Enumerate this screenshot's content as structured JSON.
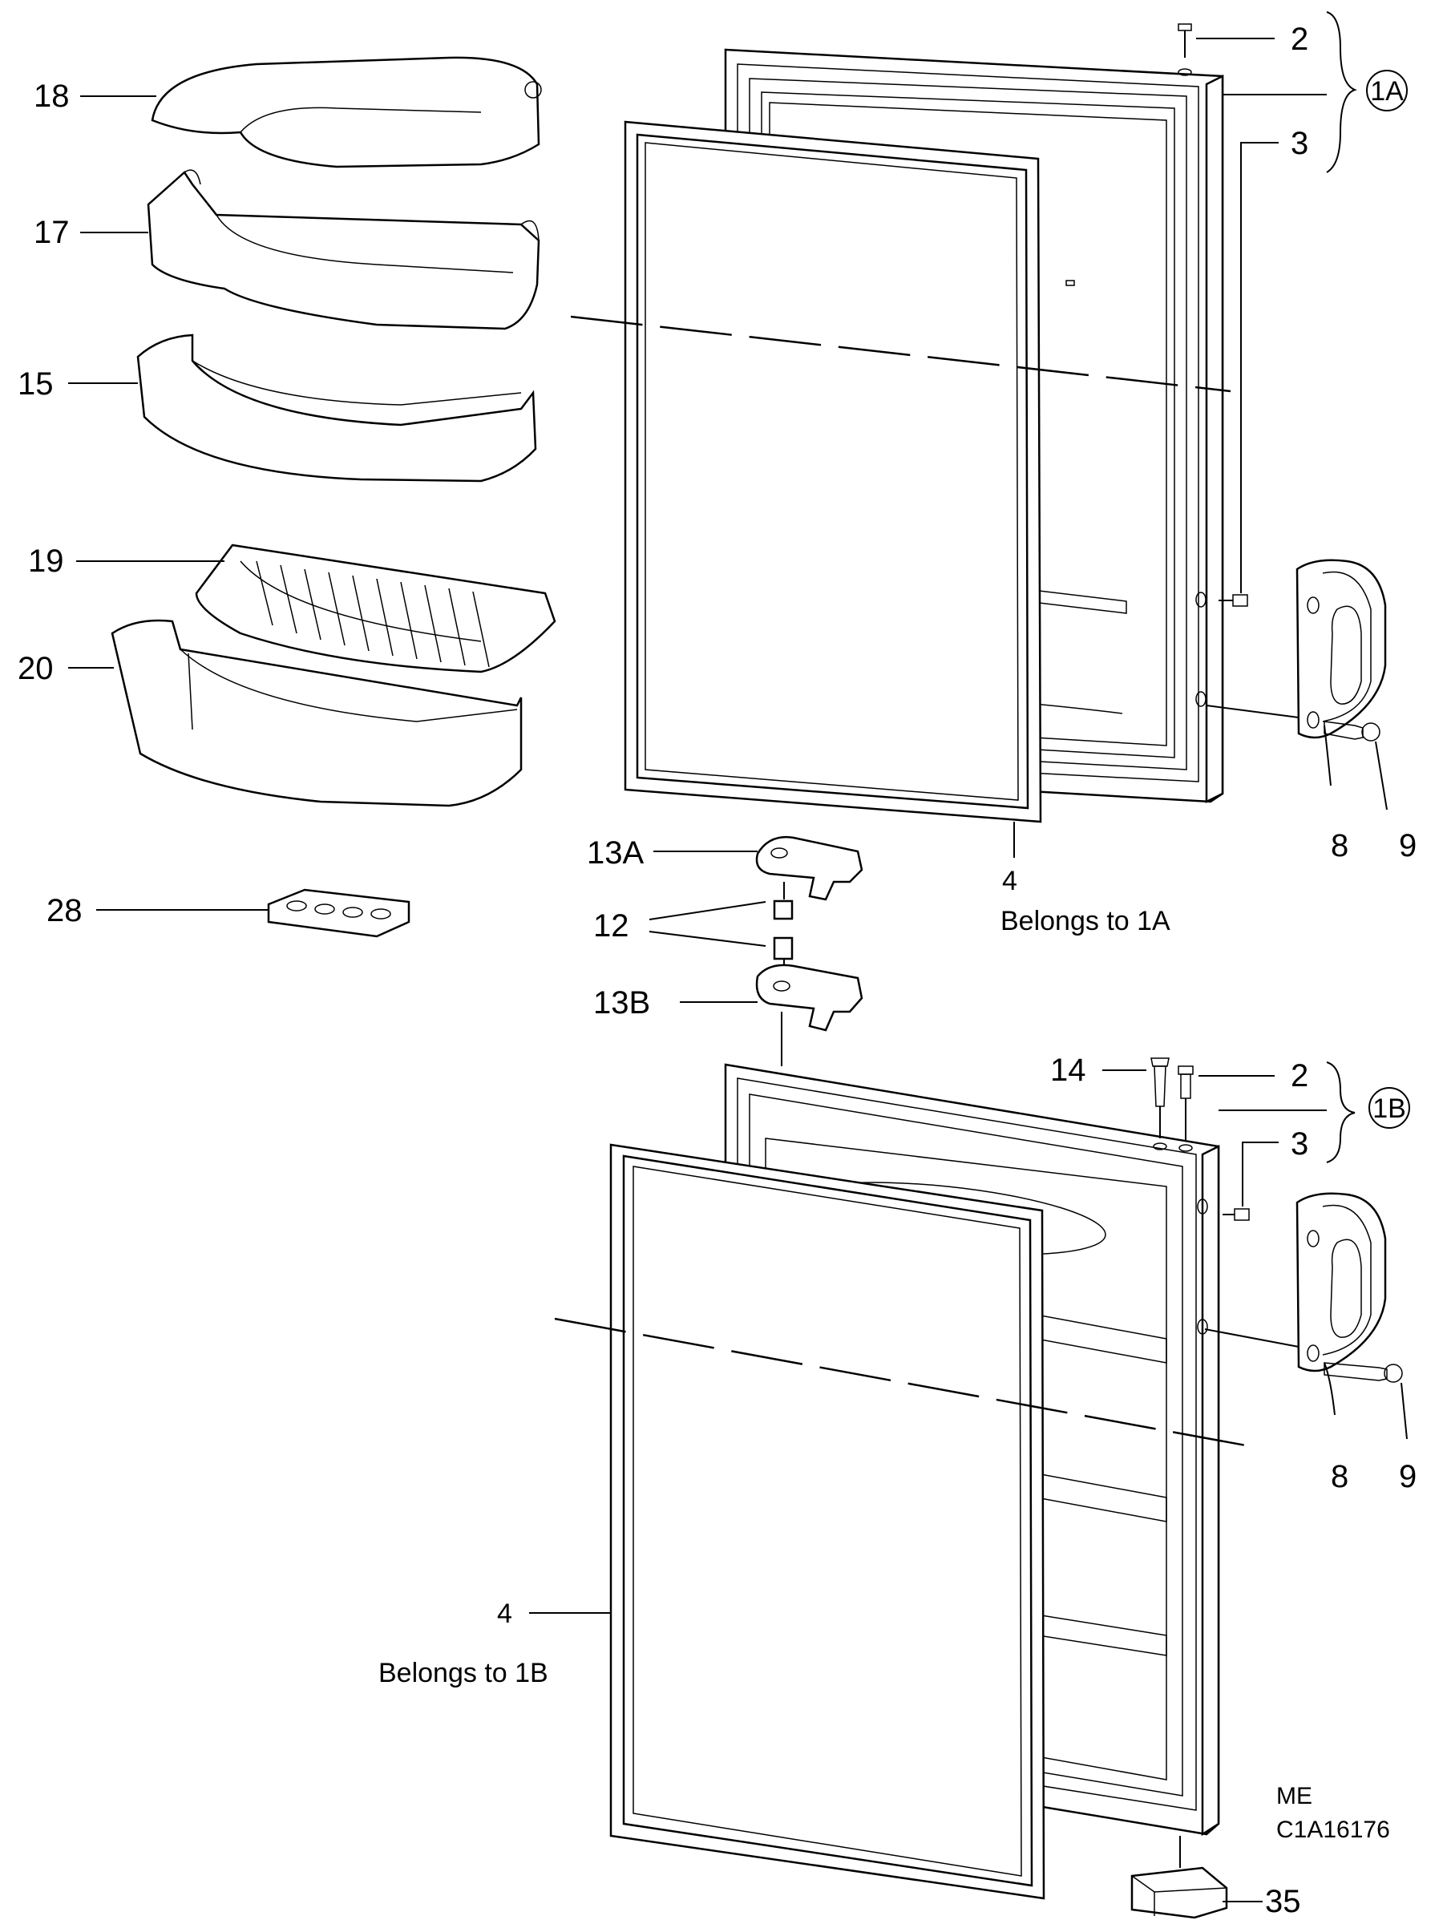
{
  "labels": {
    "l18": "18",
    "l17": "17",
    "l15": "15",
    "l19": "19",
    "l20": "20",
    "l28": "28",
    "l2a": "2",
    "l3a": "3",
    "g1a": "1A",
    "l8a": "8",
    "l9a": "9",
    "l4a": "4",
    "belongs1a": "Belongs to 1A",
    "l13a": "13A",
    "l12": "12",
    "l13b": "13B",
    "l14": "14",
    "l2b": "2",
    "l3b": "3",
    "g1b": "1B",
    "l8b": "8",
    "l9b": "9",
    "l4b": "4",
    "belongs1b": "Belongs to 1B",
    "code1": "ME",
    "code2": "C1A16176",
    "l35": "35"
  }
}
